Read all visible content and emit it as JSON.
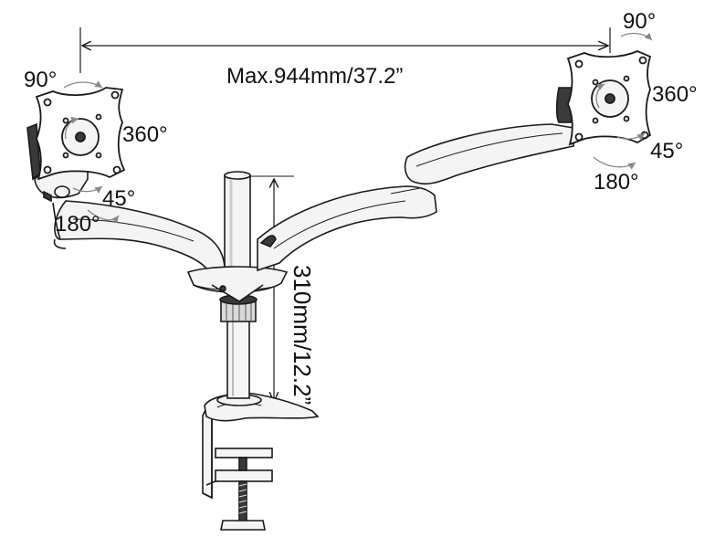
{
  "diagram": {
    "span": "Max.944mm/37.2”",
    "height": "310mm/12.2”",
    "left_head": {
      "tilt": "90°",
      "rotate": "360°",
      "swivel_small": "45°",
      "swivel": "180°"
    },
    "right_head": {
      "tilt": "90°",
      "rotate": "360°",
      "swivel_small": "45°",
      "swivel": "180°"
    }
  },
  "colors": {
    "line": "#1a1a1a",
    "fill_light": "#f4f4f4",
    "fill_mid": "#d9d9d9",
    "fill_dark": "#3a3a3a"
  }
}
